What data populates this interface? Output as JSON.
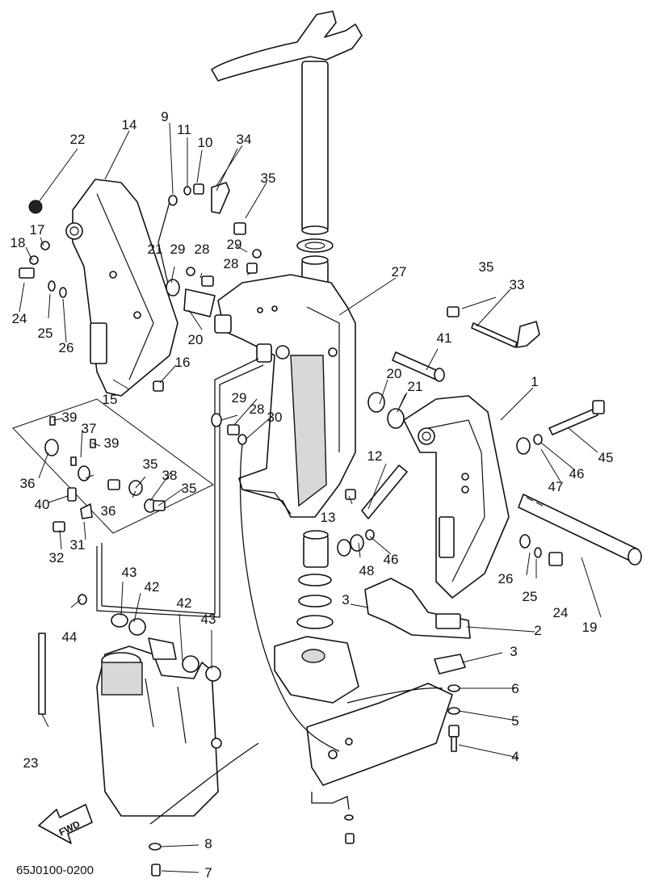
{
  "diagram": {
    "drawing_code": "65J0100-0200",
    "direction_label": "FWD",
    "callouts": [
      "1",
      "2",
      "3",
      "3",
      "4",
      "5",
      "6",
      "7",
      "8",
      "9",
      "10",
      "11",
      "12",
      "13",
      "14",
      "15",
      "16",
      "17",
      "18",
      "19",
      "20",
      "20",
      "21",
      "21",
      "22",
      "23",
      "24",
      "24",
      "25",
      "25",
      "26",
      "26",
      "27",
      "28",
      "28",
      "28",
      "29",
      "29",
      "29",
      "30",
      "31",
      "32",
      "33",
      "34",
      "35",
      "35",
      "35",
      "35",
      "36",
      "36",
      "37",
      "38",
      "39",
      "39",
      "40",
      "41",
      "42",
      "42",
      "43",
      "43",
      "44",
      "45",
      "46",
      "46",
      "47",
      "48"
    ]
  }
}
